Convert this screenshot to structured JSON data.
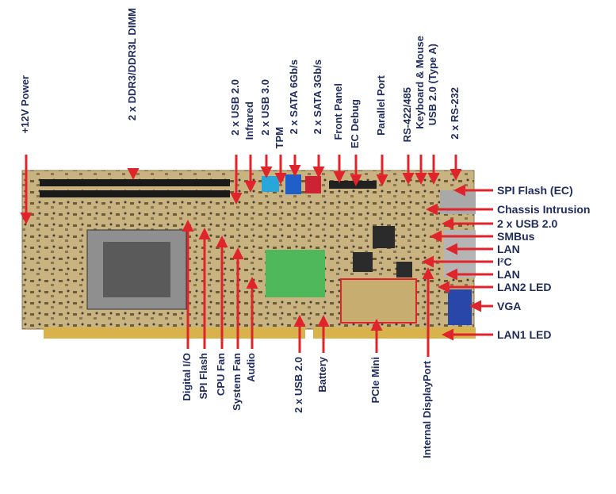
{
  "labels_top": [
    {
      "id": "power",
      "text": "+12V Power"
    },
    {
      "id": "ddr",
      "text": "2 x DDR3/DDR3L DIMM"
    },
    {
      "id": "usb20a",
      "text": "2 x USB 2.0"
    },
    {
      "id": "infrared",
      "text": "Infrared"
    },
    {
      "id": "usb30",
      "text": "2 x USB 3.0"
    },
    {
      "id": "tpm",
      "text": "TPM"
    },
    {
      "id": "sata6",
      "text": "2 x SATA 6Gb/s"
    },
    {
      "id": "sata3",
      "text": "2 x SATA 3Gb/s"
    },
    {
      "id": "frontpanel",
      "text": "Front Panel"
    },
    {
      "id": "ecdebug",
      "text": "EC Debug"
    },
    {
      "id": "parallel",
      "text": "Parallel Port"
    },
    {
      "id": "rs422",
      "text": "RS-422/485"
    },
    {
      "id": "kbmouse",
      "text": "Keyboard & Mouse"
    },
    {
      "id": "usbtypea",
      "text": "USB 2.0 (Type A)"
    },
    {
      "id": "rs232",
      "text": "2 x RS-232"
    }
  ],
  "labels_right": [
    {
      "id": "spiec",
      "text": "SPI Flash (EC)"
    },
    {
      "id": "chassis",
      "text": "Chassis Intrusion"
    },
    {
      "id": "usb20b",
      "text": "2 x USB 2.0"
    },
    {
      "id": "smbus",
      "text": "SMBus"
    },
    {
      "id": "lan_a",
      "text": "LAN"
    },
    {
      "id": "i2c",
      "text": "I²C"
    },
    {
      "id": "lan_b",
      "text": "LAN"
    },
    {
      "id": "lan2led",
      "text": "LAN2 LED"
    },
    {
      "id": "vga",
      "text": "VGA"
    },
    {
      "id": "lan1led",
      "text": "LAN1 LED"
    }
  ],
  "labels_bottom": [
    {
      "id": "digitalio",
      "text": "Digital I/O"
    },
    {
      "id": "spiflash",
      "text": "SPI Flash"
    },
    {
      "id": "cpufan",
      "text": "CPU Fan"
    },
    {
      "id": "sysfan",
      "text": "System Fan"
    },
    {
      "id": "audio",
      "text": "Audio"
    },
    {
      "id": "usb20c",
      "text": "2 x USB 2.0"
    },
    {
      "id": "battery",
      "text": "Battery"
    },
    {
      "id": "pcie",
      "text": "PCIe Mini"
    },
    {
      "id": "dp",
      "text": "Internal DisplayPort"
    }
  ],
  "colors": {
    "label": "#1f2b5c",
    "arrow": "#e0242b",
    "board": "#cdb98a"
  }
}
